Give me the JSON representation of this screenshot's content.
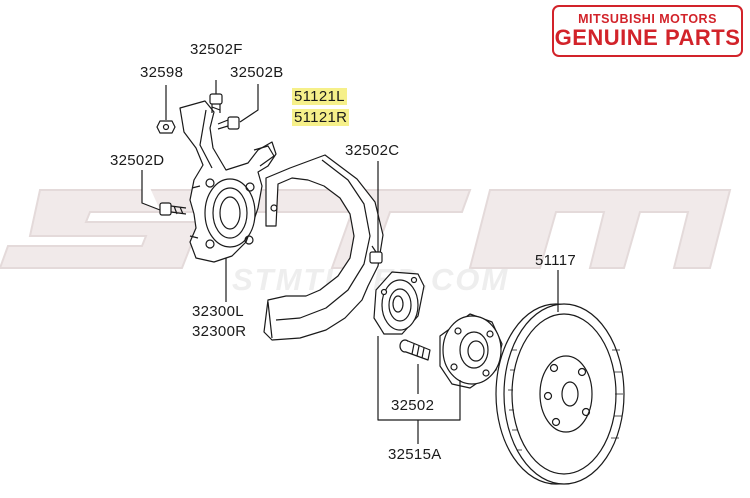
{
  "badge": {
    "line1": "MITSUBISHI MOTORS",
    "line2": "GENUINE PARTS"
  },
  "watermark": {
    "logo": "STM",
    "text": "STMTUNED.COM"
  },
  "colors": {
    "brand_red": "#d2232a",
    "highlight": "#f6f08a",
    "line": "#1a1a1a"
  },
  "parts": {
    "p32502F": "32502F",
    "p32598": "32598",
    "p32502B": "32502B",
    "p51121L": "51121L",
    "p51121R": "51121R",
    "p32502C": "32502C",
    "p32502D": "32502D",
    "p51117": "51117",
    "p32300L": "32300L",
    "p32300R": "32300R",
    "p32502": "32502",
    "p32515A": "32515A"
  }
}
